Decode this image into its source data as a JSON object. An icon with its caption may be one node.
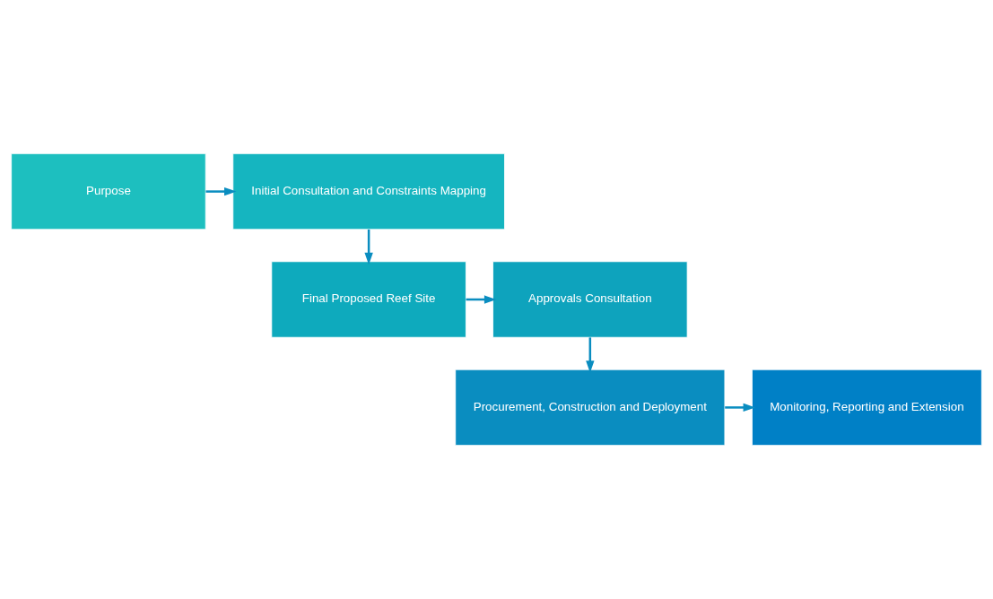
{
  "diagram": {
    "nodes": [
      {
        "text": [
          "Purpose"
        ]
      },
      {
        "text": [
          "Initial Consultation and Constraints Mapping"
        ]
      },
      {
        "text": [
          "Approvals Consultation"
        ]
      },
      {
        "text": [
          "Final Proposed Reef Site"
        ]
      },
      {
        "text": [
          "Procurement, Construction and Deployment"
        ]
      },
      {
        "text": [
          "Monitoring, Reporting and Extension"
        ]
      }
    ],
    "edges": [
      {
        "from": 0,
        "to": 1,
        "arrow": "to"
      },
      {
        "from": 1,
        "to": 3,
        "arrow": "to"
      },
      {
        "from": 3,
        "to": 2,
        "arrow": "to"
      },
      {
        "from": 2,
        "to": 4,
        "arrow": "to"
      },
      {
        "from": 4,
        "to": 5,
        "arrow": "to"
      }
    ]
  }
}
